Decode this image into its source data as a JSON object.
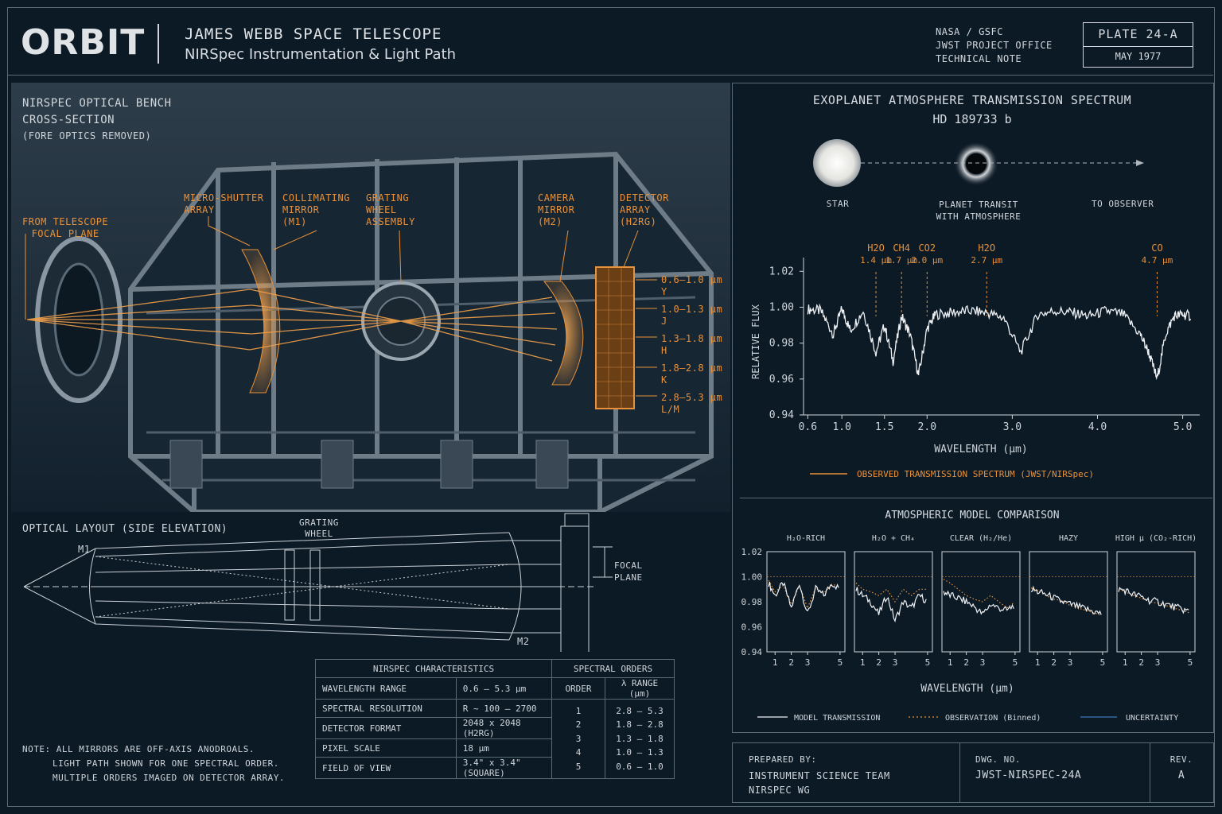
{
  "header": {
    "logo": "ORBIT",
    "title": "JAMES WEBB SPACE TELESCOPE",
    "subtitle": "NIRSpec Instrumentation & Light Path",
    "agency": [
      "NASA / GSFC",
      "JWST PROJECT OFFICE",
      "TECHNICAL NOTE"
    ],
    "plate": "PLATE 24-A",
    "date": "MAY 1977"
  },
  "bench": {
    "title": [
      "NIRSPEC OPTICAL BENCH",
      "CROSS-SECTION"
    ],
    "note": "(FORE OPTICS REMOVED)",
    "labels": {
      "telescope": [
        "FROM TELESCOPE",
        "FOCAL PLANE"
      ],
      "msa": [
        "MICRO-SHUTTER",
        "ARRAY"
      ],
      "collimating": [
        "COLLIMATING",
        "MIRROR",
        "(M1)"
      ],
      "grating": [
        "GRATING",
        "WHEEL",
        "ASSEMBLY"
      ],
      "camera": [
        "CAMERA",
        "MIRROR",
        "(M2)"
      ],
      "detector": [
        "DETECTOR",
        "ARRAY",
        "(H2RG)"
      ]
    },
    "bands": [
      {
        "range": "0.6–1.0 µm",
        "band": "Y"
      },
      {
        "range": "1.0–1.3 µm",
        "band": "J"
      },
      {
        "range": "1.3–1.8 µm",
        "band": "H"
      },
      {
        "range": "1.8–2.8 µm",
        "band": "K"
      },
      {
        "range": "2.8–5.3 µm",
        "band": "L/M"
      }
    ]
  },
  "layout": {
    "title": "OPTICAL LAYOUT (SIDE ELEVATION)",
    "m1": "M1",
    "m2": "M2",
    "grating": [
      "GRATING",
      "WHEEL"
    ],
    "focal": [
      "FOCAL",
      "PLANE"
    ]
  },
  "note": {
    "lines": [
      "NOTE:  ALL MIRRORS ARE OFF-AXIS ANODROALS.",
      "LIGHT PATH SHOWN FOR ONE SPECTRAL ORDER.",
      "MULTIPLE ORDERS IMAGED ON DETECTOR ARRAY."
    ]
  },
  "characteristics": {
    "title": "NIRSPEC CHARACTERISTICS",
    "rows": [
      {
        "k": "WAVELENGTH RANGE",
        "v": "0.6 – 5.3 µm"
      },
      {
        "k": "SPECTRAL RESOLUTION",
        "v": "R ~ 100 – 2700"
      },
      {
        "k": "DETECTOR FORMAT",
        "v": "2048 x 2048 (H2RG)"
      },
      {
        "k": "PIXEL SCALE",
        "v": "18 µm"
      },
      {
        "k": "FIELD OF VIEW",
        "v": "3.4\" x 3.4\" (SQUARE)"
      }
    ]
  },
  "orders": {
    "title": "SPECTRAL ORDERS",
    "h_order": "ORDER",
    "h_range": "λ RANGE (µm)",
    "rows": [
      {
        "o": "1",
        "r": "2.8 – 5.3"
      },
      {
        "o": "2",
        "r": "1.8 – 2.8"
      },
      {
        "o": "3",
        "r": "1.3 – 1.8"
      },
      {
        "o": "4",
        "r": "1.0 – 1.3"
      },
      {
        "o": "5",
        "r": "0.6 – 1.0"
      }
    ]
  },
  "transit": {
    "title": "EXOPLANET ATMOSPHERE TRANSMISSION SPECTRUM",
    "target": "HD 189733 b",
    "star": "STAR",
    "planet": [
      "PLANET TRANSIT",
      "WITH ATMOSPHERE"
    ],
    "observer": "TO OBSERVER"
  },
  "chart_data": [
    {
      "type": "line",
      "title": "",
      "xlabel": "WAVELENGTH (µm)",
      "ylabel": "RELATIVE FLUX",
      "xlim": [
        0.55,
        5.2
      ],
      "ylim": [
        0.94,
        1.025
      ],
      "xticks": [
        0.6,
        1.0,
        1.5,
        2.0,
        3.0,
        4.0,
        5.0
      ],
      "yticks": [
        0.94,
        0.96,
        0.98,
        1.0,
        1.02
      ],
      "ytick_labels": [
        "0.94",
        "0.96",
        "0.98",
        "1.00",
        "1.02"
      ],
      "series": [
        {
          "name": "OBSERVED TRANSMISSION SPECTRUM (JWST/NIRSpec)",
          "x": [
            0.6,
            0.75,
            0.9,
            1.0,
            1.1,
            1.25,
            1.4,
            1.5,
            1.6,
            1.7,
            1.8,
            1.9,
            2.0,
            2.1,
            2.3,
            2.5,
            2.7,
            2.9,
            3.1,
            3.3,
            3.5,
            3.7,
            3.9,
            4.1,
            4.3,
            4.5,
            4.6,
            4.7,
            4.8,
            4.9,
            5.0,
            5.1
          ],
          "y": [
            0.999,
            0.998,
            0.985,
            0.999,
            0.987,
            0.998,
            0.975,
            0.99,
            0.97,
            0.995,
            0.985,
            0.962,
            0.988,
            0.996,
            0.997,
            0.998,
            0.997,
            0.994,
            0.975,
            0.996,
            0.998,
            0.997,
            0.995,
            0.998,
            0.996,
            0.985,
            0.975,
            0.96,
            0.985,
            0.995,
            0.996,
            0.995
          ]
        }
      ],
      "annotations": [
        {
          "label": "H2O",
          "sub": "1.4 µm",
          "x": 1.4
        },
        {
          "label": "CH4",
          "sub": "1.7 µm",
          "x": 1.7
        },
        {
          "label": "CO2",
          "sub": "2.0 µm",
          "x": 2.0
        },
        {
          "label": "H2O",
          "sub": "2.7 µm",
          "x": 2.7
        },
        {
          "label": "CO",
          "sub": "4.7 µm",
          "x": 4.7
        }
      ]
    },
    {
      "type": "line",
      "title": "ATMOSPHERIC MODEL COMPARISON",
      "xlabel": "WAVELENGTH (µm)",
      "ylabel": "",
      "ylim": [
        0.94,
        1.02
      ],
      "yticks": [
        0.94,
        0.96,
        0.98,
        1.0,
        1.02
      ],
      "ytick_labels": [
        "0.94",
        "0.96",
        "0.98",
        "1.00",
        "1.02"
      ],
      "xticks": [
        1,
        2,
        3,
        5
      ],
      "panels": [
        {
          "name": "H₂O-RICH",
          "x": [
            0.6,
            1,
            1.5,
            2,
            2.5,
            3,
            3.5,
            4,
            4.5,
            5
          ],
          "model": [
            0.995,
            0.985,
            0.995,
            0.975,
            0.995,
            0.97,
            0.99,
            0.985,
            0.995,
            0.99
          ],
          "obs": [
            0.997,
            0.988,
            0.993,
            0.978,
            0.993,
            0.975,
            0.991,
            0.987,
            0.994,
            0.992
          ]
        },
        {
          "name": "H₂O + CH₄",
          "x": [
            0.6,
            1,
            1.5,
            2,
            2.5,
            3,
            3.5,
            4,
            4.5,
            5
          ],
          "model": [
            0.99,
            0.985,
            0.98,
            0.97,
            0.985,
            0.965,
            0.98,
            0.975,
            0.985,
            0.98
          ],
          "obs": [
            0.995,
            0.99,
            0.988,
            0.985,
            0.99,
            0.98,
            0.99,
            0.985,
            0.99,
            0.99
          ]
        },
        {
          "name": "CLEAR (H₂/He)",
          "x": [
            0.6,
            1,
            1.5,
            2,
            2.5,
            3,
            3.5,
            4,
            4.5,
            5
          ],
          "model": [
            0.988,
            0.985,
            0.983,
            0.98,
            0.976,
            0.97,
            0.978,
            0.975,
            0.973,
            0.978
          ],
          "obs": [
            0.998,
            0.995,
            0.99,
            0.985,
            0.982,
            0.98,
            0.985,
            0.98,
            0.975,
            0.98
          ]
        },
        {
          "name": "HAZY",
          "x": [
            0.6,
            1,
            1.5,
            2,
            2.5,
            3,
            3.5,
            4,
            4.5,
            5
          ],
          "model": [
            0.99,
            0.988,
            0.986,
            0.983,
            0.98,
            0.978,
            0.976,
            0.974,
            0.972,
            0.97
          ],
          "obs": [
            0.991,
            0.989,
            0.985,
            0.982,
            0.981,
            0.977,
            0.975,
            0.973,
            0.971,
            0.969
          ]
        },
        {
          "name": "HIGH µ (CO₂-RICH)",
          "x": [
            0.6,
            1,
            1.5,
            2,
            2.5,
            3,
            3.5,
            4,
            4.5,
            5
          ],
          "model": [
            0.99,
            0.989,
            0.986,
            0.984,
            0.981,
            0.98,
            0.978,
            0.976,
            0.974,
            0.972
          ],
          "obs": [
            0.99,
            0.988,
            0.985,
            0.983,
            0.98,
            0.979,
            0.977,
            0.975,
            0.973,
            0.971
          ]
        }
      ],
      "legend": [
        "MODEL TRANSMISSION",
        "OBSERVATION (Binned)",
        "UNCERTAINTY"
      ]
    }
  ],
  "titleblock": {
    "prepared_label": "PREPARED BY:",
    "prepared": [
      "INSTRUMENT SCIENCE TEAM",
      "NIRSPEC WG"
    ],
    "dwg_label": "DWG. NO.",
    "dwg": "JWST-NIRSPEC-24A",
    "rev_label": "REV.",
    "rev": "A"
  },
  "colors": {
    "accent": "#e8913a",
    "background": "#0c1a26",
    "line": "#e6e9ec",
    "frame": "#5a6b78"
  }
}
